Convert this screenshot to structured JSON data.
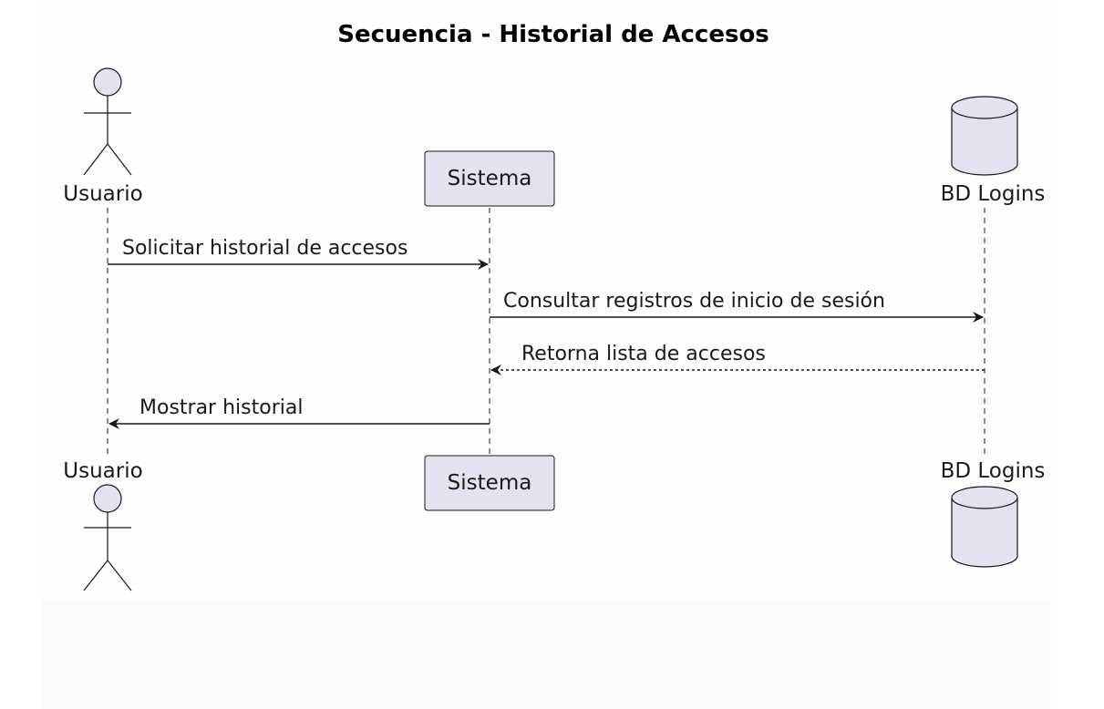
{
  "diagram": {
    "title": "Secuencia - Historial de Accesos",
    "participants": [
      {
        "id": "usuario",
        "label": "Usuario",
        "kind": "actor"
      },
      {
        "id": "sistema",
        "label": "Sistema",
        "kind": "participant"
      },
      {
        "id": "bd",
        "label": "BD Logins",
        "kind": "database"
      }
    ],
    "messages": [
      {
        "from": "usuario",
        "to": "sistema",
        "label": "Solicitar historial de accesos",
        "style": "solid"
      },
      {
        "from": "sistema",
        "to": "bd",
        "label": "Consultar registros de inicio de sesión",
        "style": "solid"
      },
      {
        "from": "bd",
        "to": "sistema",
        "label": "Retorna lista de accesos",
        "style": "dashed"
      },
      {
        "from": "sistema",
        "to": "usuario",
        "label": "Mostrar historial",
        "style": "solid"
      }
    ],
    "colors": {
      "participant_fill": "#e2e2f0",
      "participant_stroke": "#181818",
      "lifeline": "#181818",
      "arrow": "#181818"
    }
  }
}
